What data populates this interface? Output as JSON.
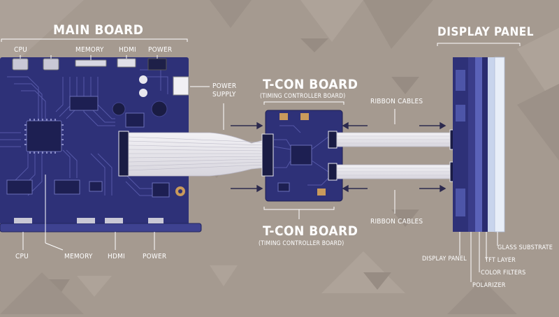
{
  "main_board": {
    "title": "MAIN BOARD",
    "top_labels": [
      "CPU",
      "MEMORY",
      "HDMI",
      "POWER"
    ],
    "bottom_labels": [
      "CPU",
      "MEMORY",
      "HDMI",
      "POWER"
    ],
    "power_supply": "POWER SUPPLY"
  },
  "tcon": {
    "title": "T-CON BOARD",
    "subtitle": "(TIMING CONTROLLER BOARD)"
  },
  "ribbon": {
    "top": "RIBBON CABLES",
    "bottom": "RIBBON CABLES"
  },
  "display": {
    "title": "DISPLAY PANEL",
    "layers": [
      "GLASS SUBSTRATE",
      "TFT LAYER",
      "COLOR FILTERS",
      "POLARIZER",
      "DISPLAY PANEL"
    ]
  },
  "colors": {
    "background": "#a59a90",
    "pcb": "#2e3178",
    "pcb_trace": "#5558a8",
    "cable": "#e8e6ec",
    "label": "#ffffff"
  }
}
